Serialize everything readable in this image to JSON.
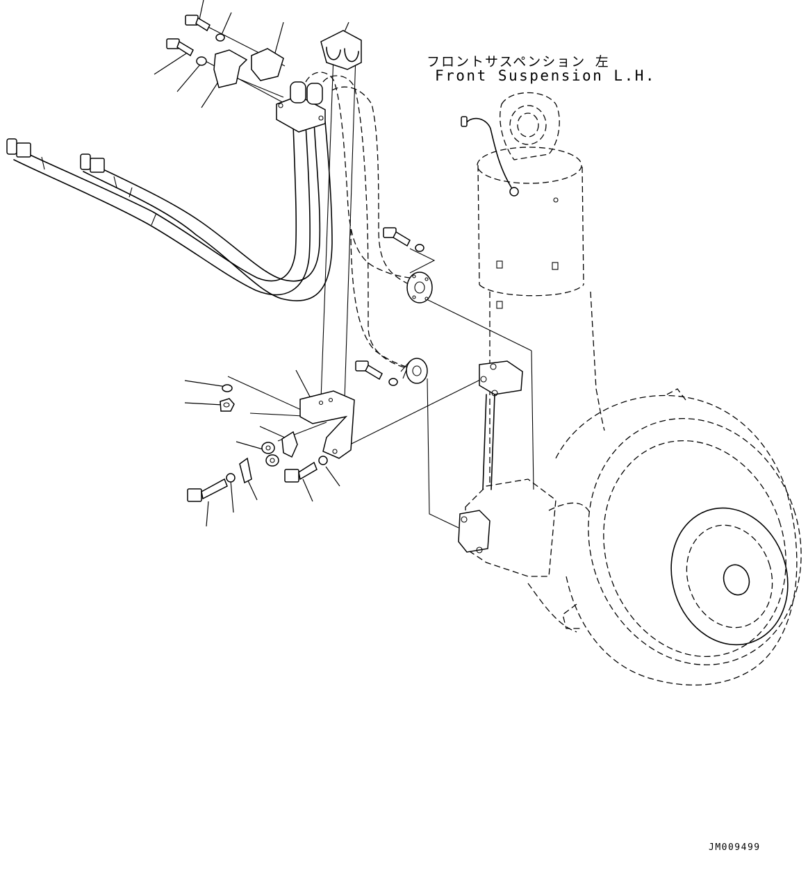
{
  "title": {
    "japanese": "フロントサスペンション 左",
    "english": "Front Suspension L.H."
  },
  "drawing_code": "JM009499"
}
